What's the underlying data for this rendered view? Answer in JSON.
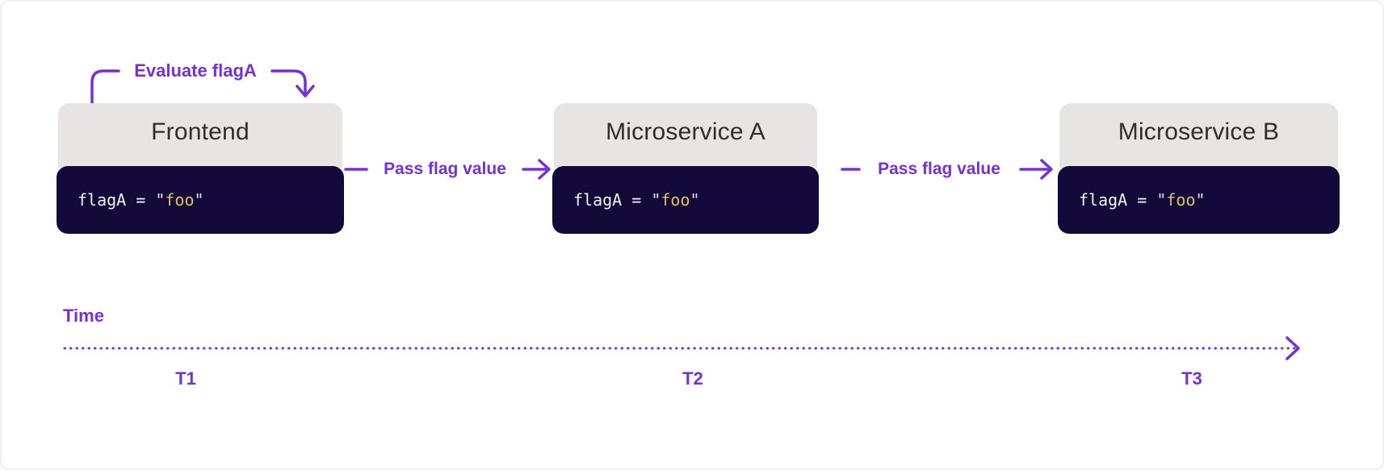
{
  "figure": {
    "type": "flow-diagram",
    "description": "Feature flag value passed from Frontend through microservices over time"
  },
  "colors": {
    "accent": "#7531d2",
    "box_header_bg": "#e6e5e3",
    "box_header_text": "#2e2d2c",
    "code_bg": "#140a3a",
    "code_text": "#f2f2f6",
    "code_quote": "#e3e3ec",
    "code_string": "#dcc368",
    "canvas_border": "#f0f0f0"
  },
  "evaluate_annotation": {
    "label": "Evaluate flagA"
  },
  "services": [
    {
      "name": "Frontend",
      "code": {
        "lhs_eq": "flagA = ",
        "quote": "\"",
        "value": "foo"
      }
    },
    {
      "name": "Microservice A",
      "code": {
        "lhs_eq": "flagA = ",
        "quote": "\"",
        "value": "foo"
      }
    },
    {
      "name": "Microservice B",
      "code": {
        "lhs_eq": "flagA = ",
        "quote": "\"",
        "value": "foo"
      }
    }
  ],
  "flows": [
    {
      "label": "Pass flag value"
    },
    {
      "label": "Pass flag value"
    }
  ],
  "timeline": {
    "label": "Time",
    "ticks": [
      {
        "label": "T1"
      },
      {
        "label": "T2"
      },
      {
        "label": "T3"
      }
    ]
  }
}
